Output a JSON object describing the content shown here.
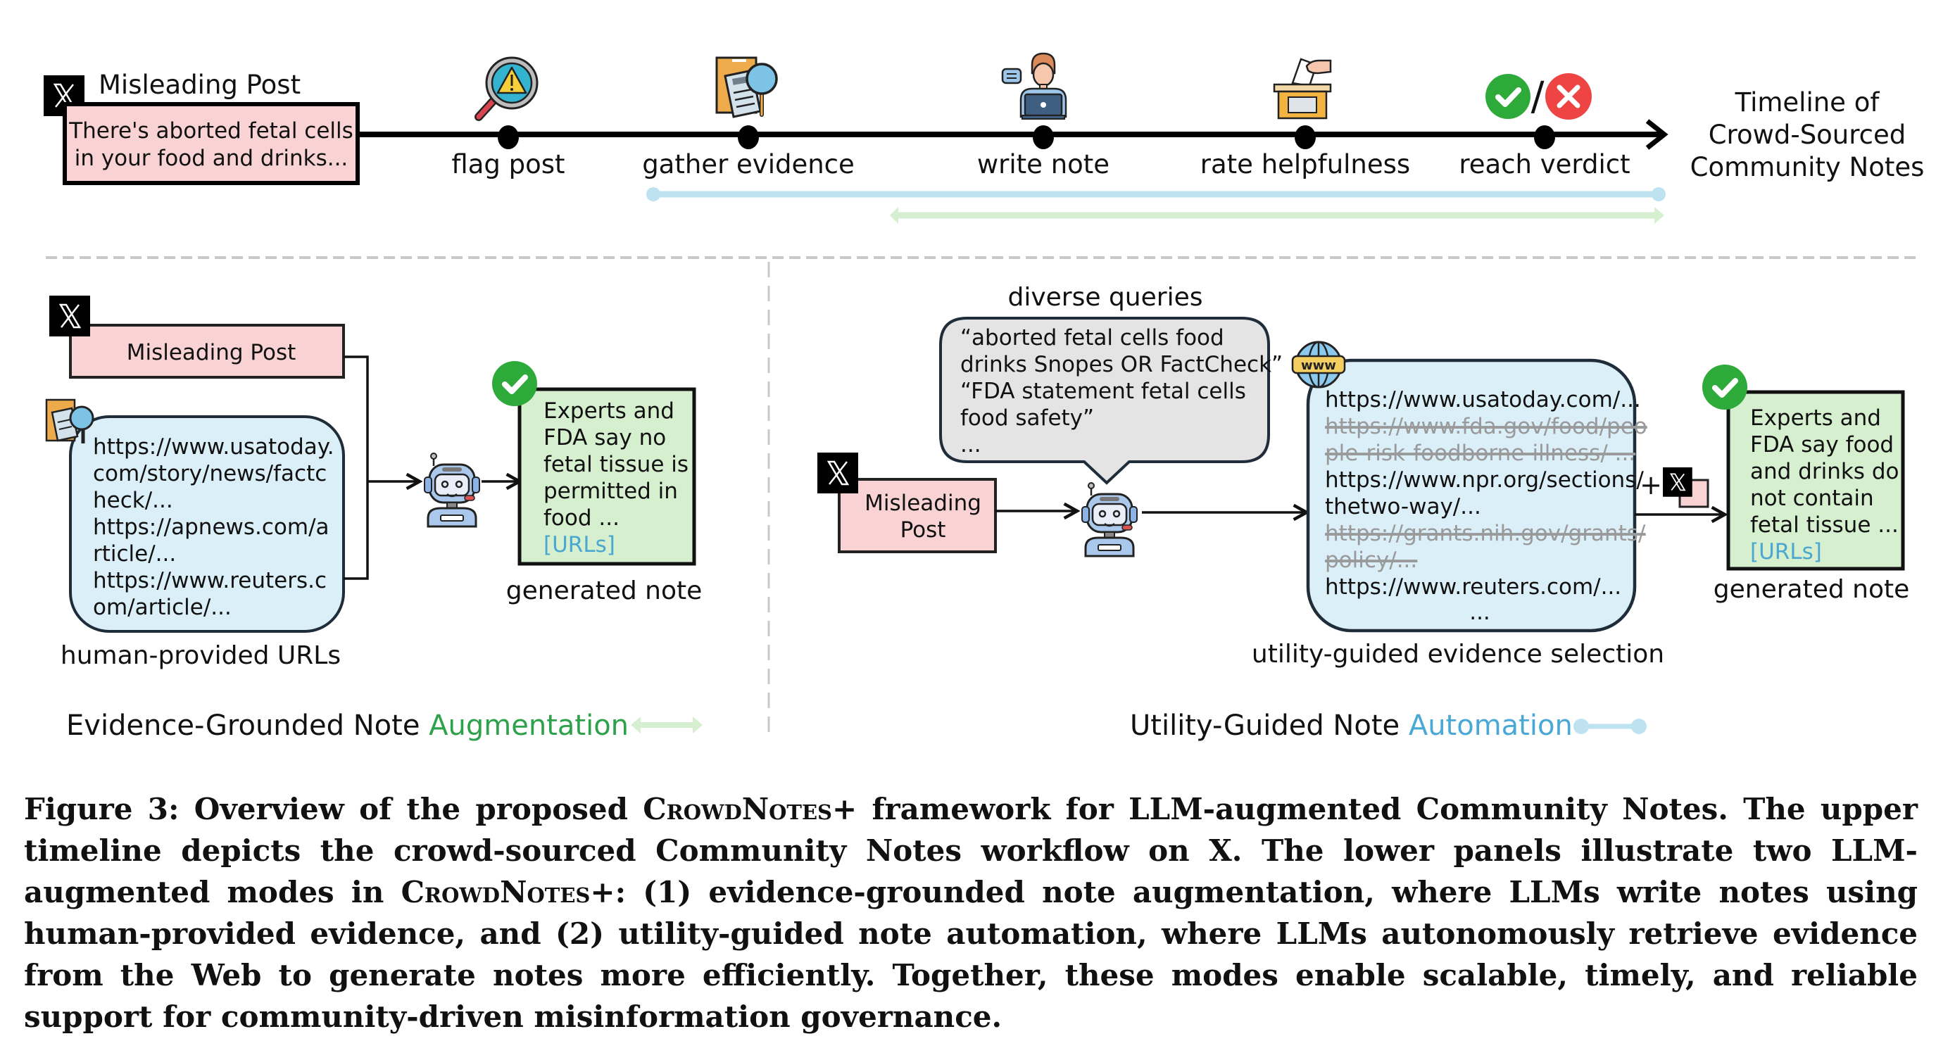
{
  "colors": {
    "post_fill": "#f9d3d4",
    "url_box_fill": "#dbeff8",
    "note_fill": "#d6efcf",
    "query_bubble_fill": "#e4e4e4",
    "augmentation_accent": "#2ea24a",
    "automation_accent": "#49a8d6",
    "augmentation_bar": "#d5efd0",
    "automation_bar": "#bfe2f1",
    "check_green": "#2eaa3a",
    "cross_red": "#ef4444"
  },
  "timeline": {
    "post_header": "Misleading Post",
    "post_text_lines": [
      "There's aborted fetal cells",
      "in your food and drinks..."
    ],
    "steps": [
      {
        "label": "flag post",
        "icon": "magnifier-warning-icon"
      },
      {
        "label": "gather evidence",
        "icon": "folder-search-icon"
      },
      {
        "label": "write note",
        "icon": "person-laptop-icon"
      },
      {
        "label": "rate helpfulness",
        "icon": "ballot-box-icon"
      },
      {
        "label": "reach verdict",
        "icon": "check-or-cross-icon"
      }
    ],
    "verdict_separator": "/",
    "title_lines": [
      "Timeline of",
      "Crowd-Sourced",
      "Community Notes"
    ]
  },
  "augmentation_panel": {
    "post_label": "Misleading Post",
    "url_lines": [
      "https://www.usatoday.",
      "com/story/news/factc",
      "heck/...",
      "https://apnews.com/a",
      "rticle/...",
      "https://www.reuters.c",
      "om/article/..."
    ],
    "url_caption": "human-provided URLs",
    "note_lines": [
      "Experts and",
      "FDA say no",
      "fetal tissue is",
      "permitted in",
      "food ..."
    ],
    "note_link": "[URLs]",
    "note_caption": "generated note",
    "mode_title_plain": "Evidence-Grounded Note",
    "mode_title_accent": "Augmentation"
  },
  "automation_panel": {
    "queries_caption": "diverse queries",
    "query_lines": [
      "“aborted fetal cells food",
      "drinks Snopes OR FactCheck”",
      "“FDA statement fetal cells",
      "food safety”",
      "..."
    ],
    "post_label_lines": [
      "Misleading",
      "Post"
    ],
    "evidence_lines": [
      {
        "text": "https://www.usatoday.com/...",
        "selected": true
      },
      {
        "text": "https://www.fda.gov/food/peo",
        "selected": false
      },
      {
        "text": "ple-risk-foodborne-illness/ ...",
        "selected": false
      },
      {
        "text": "https://www.npr.org/sections/",
        "selected": true
      },
      {
        "text": "thetwo-way/...",
        "selected": true
      },
      {
        "text": "https://grants.nih.gov/grants/",
        "selected": false
      },
      {
        "text": "policy/...",
        "selected": false
      },
      {
        "text": "https://www.reuters.com/...",
        "selected": true
      }
    ],
    "evidence_more": "...",
    "globe_badge": "www",
    "plus_sign": "+",
    "evidence_caption": "utility-guided evidence selection",
    "note_lines": [
      "Experts and",
      "FDA say food",
      "and drinks do",
      "not contain",
      "fetal tissue ..."
    ],
    "note_link": "[URLs]",
    "note_caption": "generated note",
    "mode_title_plain": "Utility-Guided Note",
    "mode_title_accent": "Automation"
  },
  "caption": {
    "figure_label": "Figure 3:",
    "text_1": "Overview of the proposed",
    "system_name": "CrowdNotes+",
    "text_2": "framework for LLM-augmented Community Notes. The upper timeline depicts the crowd-sourced Community Notes workflow on X. The lower panels illustrate two LLM-augmented modes in",
    "text_3": ": (1) evidence-grounded note augmentation, where LLMs write notes using human-provided evidence, and (2) utility-guided note automation, where LLMs autonomously retrieve evidence from the Web to generate notes more efficiently. Together, these modes enable scalable, timely, and reliable support for community-driven misinformation governance."
  }
}
